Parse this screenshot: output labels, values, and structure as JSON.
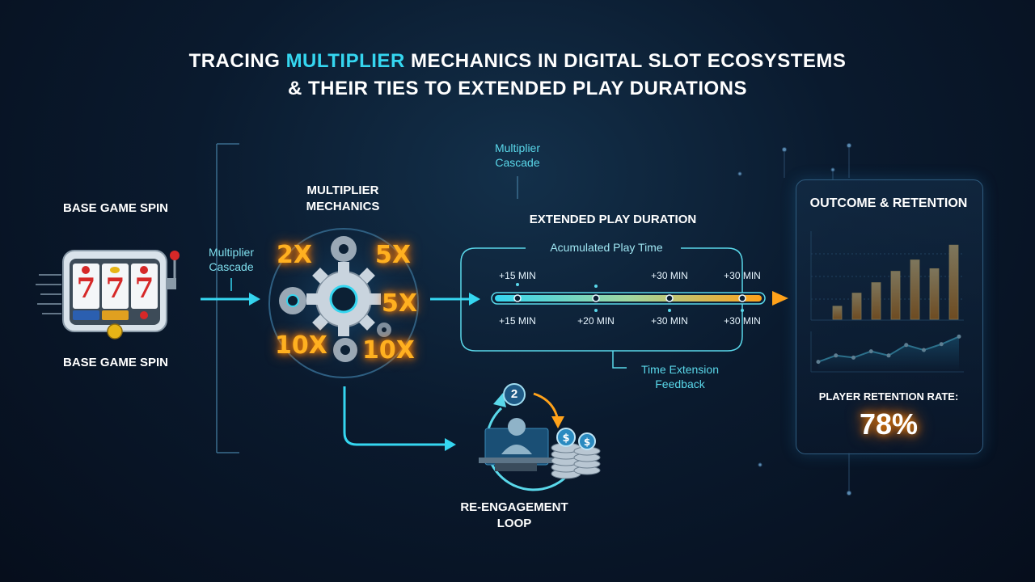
{
  "title": {
    "line1_pre": "TRACING ",
    "line1_highlight": "MULTIPLIER",
    "line1_post": " MECHANICS IN DIGITAL SLOT ECOSYSTEMS",
    "line2": "& THEIR TIES TO EXTENDED PLAY DURATIONS"
  },
  "slot": {
    "top_label": "BASE GAME SPIN",
    "bottom_label": "BASE GAME SPIN",
    "reels": [
      "7",
      "7",
      "7"
    ]
  },
  "cascade_left": "Multiplier Cascade",
  "cascade_top": "Multiplier Cascade",
  "mechanics": {
    "label": "MULTIPLIER MECHANICS",
    "multipliers": [
      "2X",
      "5X",
      "5X",
      "10X",
      "10X"
    ]
  },
  "timeline": {
    "heading": "EXTENDED PLAY DURATION",
    "box_label": "Acumulated Play Time",
    "top_times": [
      "+15 MIN",
      "+30 MIN",
      "+30 MIN"
    ],
    "bottom_times": [
      "+15 MIN",
      "+20 MIN",
      "+30 MIN",
      "+30 MIN"
    ],
    "feedback": "Time Extension Feedback"
  },
  "loop": {
    "label": "RE-ENGAGEMENT LOOP",
    "badge": "2"
  },
  "outcome": {
    "title": "OUTCOME & RETENTION",
    "retention_label": "PLAYER RETENTION RATE:",
    "retention_value": "78%",
    "bars": [
      0.15,
      0.3,
      0.42,
      0.55,
      0.68,
      0.58,
      0.85
    ],
    "line": [
      0.2,
      0.35,
      0.3,
      0.45,
      0.35,
      0.6,
      0.48,
      0.62,
      0.8
    ]
  },
  "colors": {
    "cyan": "#35d6f0",
    "orange": "#ffa21a",
    "gold": "#ffb020"
  }
}
